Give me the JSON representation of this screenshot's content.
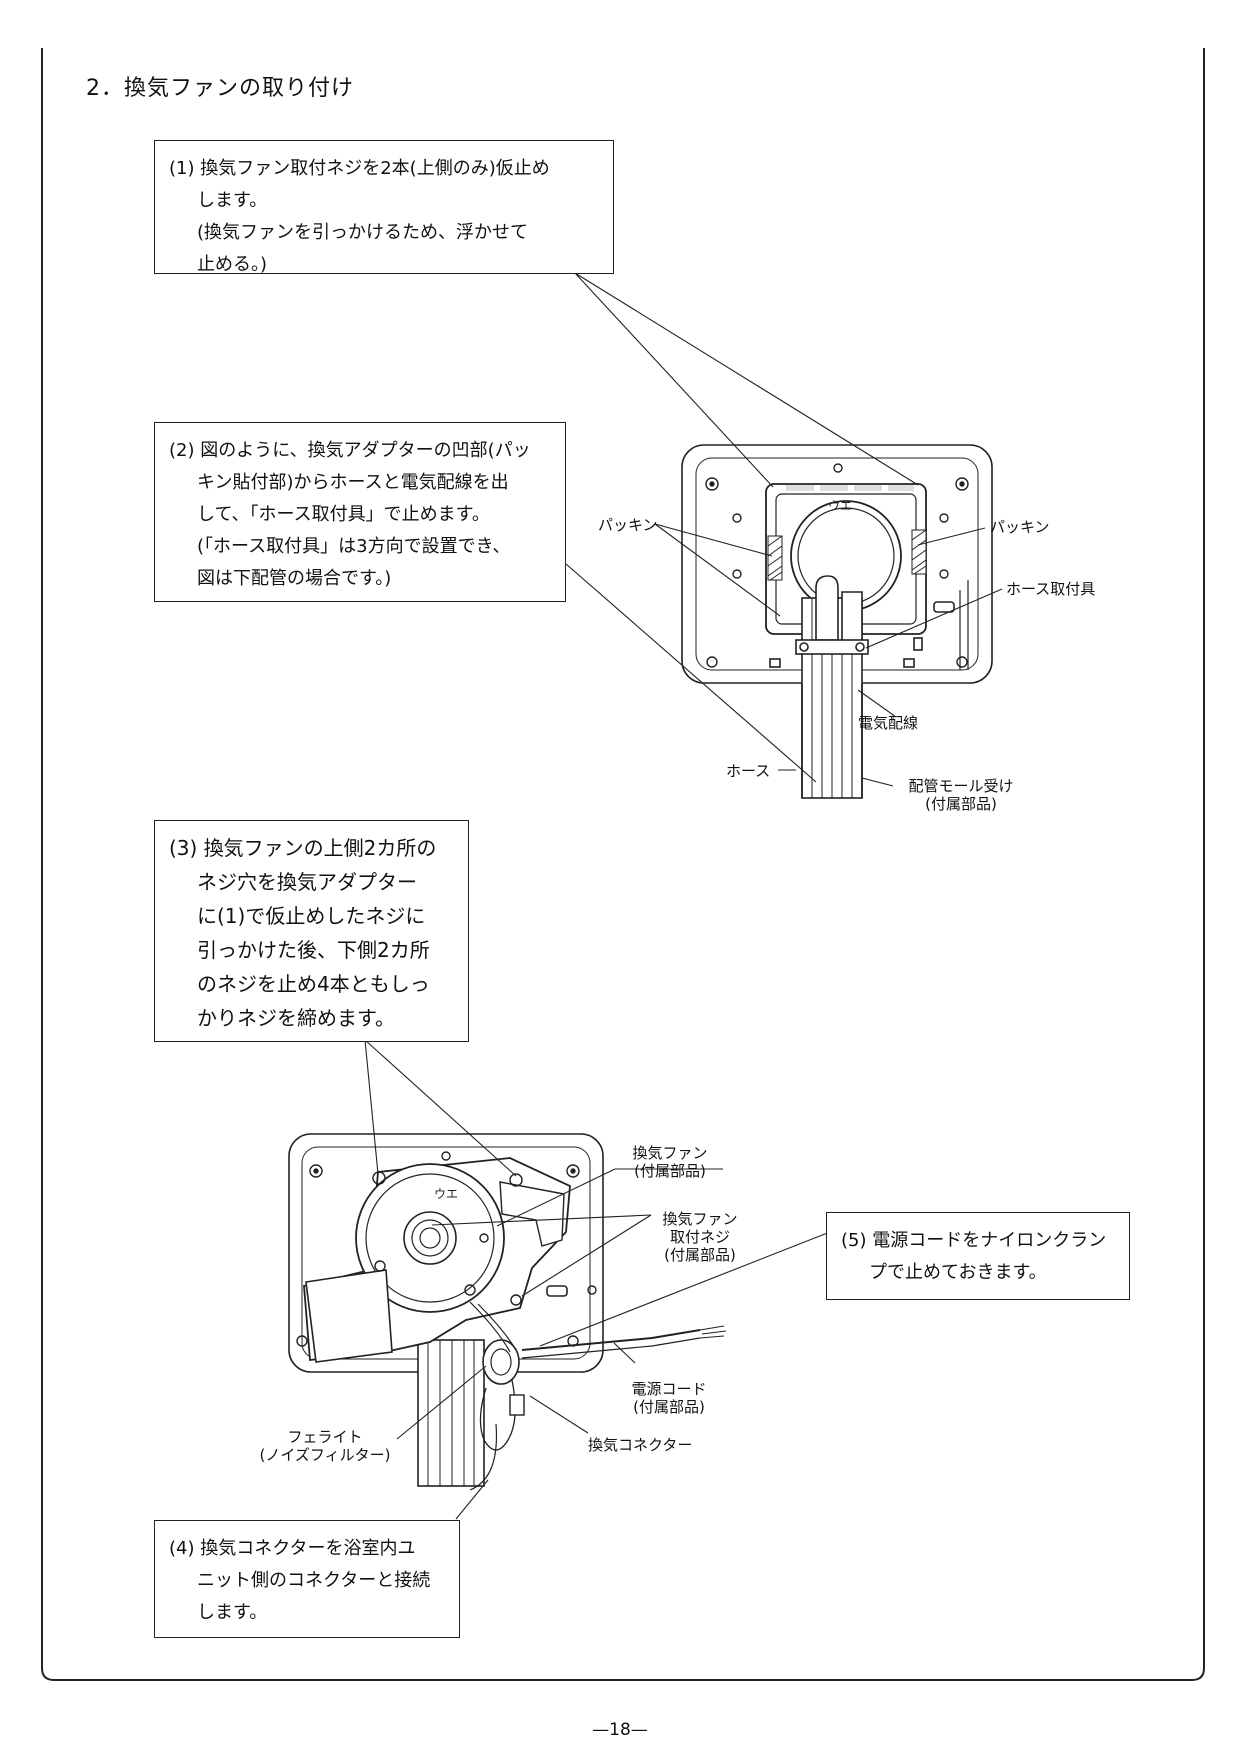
{
  "section_title": "2．換気ファンの取り付け",
  "steps": {
    "s1": [
      "(1) 換気ファン取付ネジを2本(上側のみ)仮止め",
      "します。",
      "(換気ファンを引っかけるため、浮かせて",
      "止める。)"
    ],
    "s2": [
      "(2) 図のように、換気アダプターの凹部(パッ",
      "キン貼付部)からホースと電気配線を出",
      "して、「ホース取付具」で止めます。",
      "(「ホース取付具」は3方向で設置でき、",
      "図は下配管の場合です。)"
    ],
    "s3": [
      "(3) 換気ファンの上側2カ所の",
      "ネジ穴を換気アダプター",
      "に(1)で仮止めしたネジに",
      "引っかけた後、下側2カ所",
      "のネジを止め4本ともしっ",
      "かりネジを締めます。"
    ],
    "s4": [
      "(4) 換気コネクターを浴室内ユ",
      "ニット側のコネクターと接続",
      "します。"
    ],
    "s5": [
      "(5) 電源コードをナイロンクラン",
      "プで止めておきます。"
    ]
  },
  "figure1": {
    "packing_left": "パッキン",
    "packing_right": "パッキン",
    "hose_fitting": "ホース取付具",
    "wiring": "電気配線",
    "hose": "ホース",
    "mall_line1": "配管モール受け",
    "mall_line2": "(付属部品)",
    "unit_mark": "ウエ"
  },
  "figure2": {
    "fan_line1": "換気ファン",
    "fan_line2": "(付属部品)",
    "screw_line1": "換気ファン",
    "screw_line2": "取付ネジ",
    "screw_line3": "(付属部品)",
    "cord_line1": "電源コード",
    "cord_line2": "(付属部品)",
    "ferrite_line1": "フェライト",
    "ferrite_line2": "(ノイズフィルター)",
    "connector": "換気コネクター",
    "unit_mark": "ウエ"
  },
  "page_number": "—18—"
}
